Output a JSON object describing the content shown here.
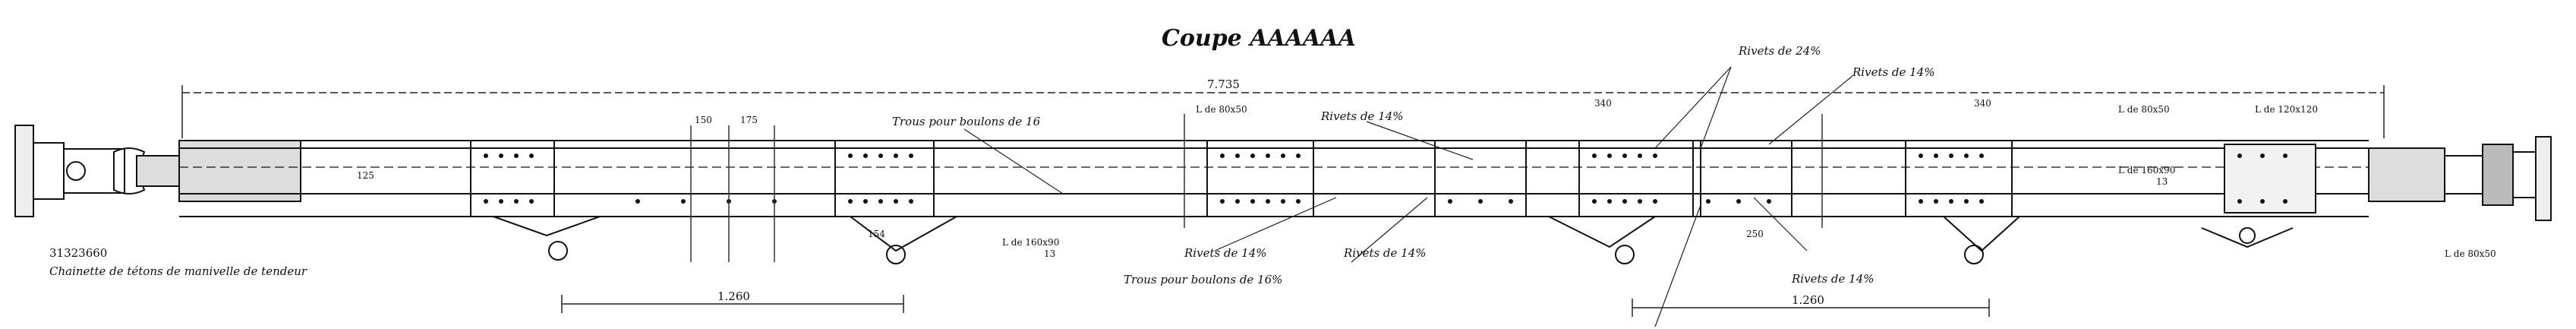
{
  "title": "Coupe AAAAAA",
  "ref_number": "31323660",
  "dims": {
    "overall": "7.735",
    "left_span": "1.260",
    "right_span": "1.260",
    "d150": "150",
    "d175": "175",
    "d340_a": "340",
    "d340_b": "340",
    "d250": "250",
    "d154": "154",
    "d125": "125"
  },
  "notes": {
    "trous_1": "Trous pour boulons de 16",
    "trous_2": "Trous pour boulons de 16%",
    "rivets_24": "Rivets de 24%",
    "rivets_14_top": "Rivets de 14%",
    "rivets_14_mid": "Rivets de 14%",
    "rivets_14_a": "Rivets de 14%",
    "rivets_14_b": "Rivets de 14%",
    "rivets_14_c": "Rivets de 14%",
    "chainette": "Chainette de tétons de manivelle de tendeur"
  },
  "angles": {
    "a_80_50": "L de 80x50",
    "a_160_90_l": "L de 160x90",
    "a_160_90_l_sub": "13",
    "a_80_50_r": "L de 80x50",
    "a_160_90_r": "L de 160x90",
    "a_160_90_r_sub": "13",
    "a_120_120": "L de 120x120",
    "a_80_50_far": "L de 80x50"
  }
}
